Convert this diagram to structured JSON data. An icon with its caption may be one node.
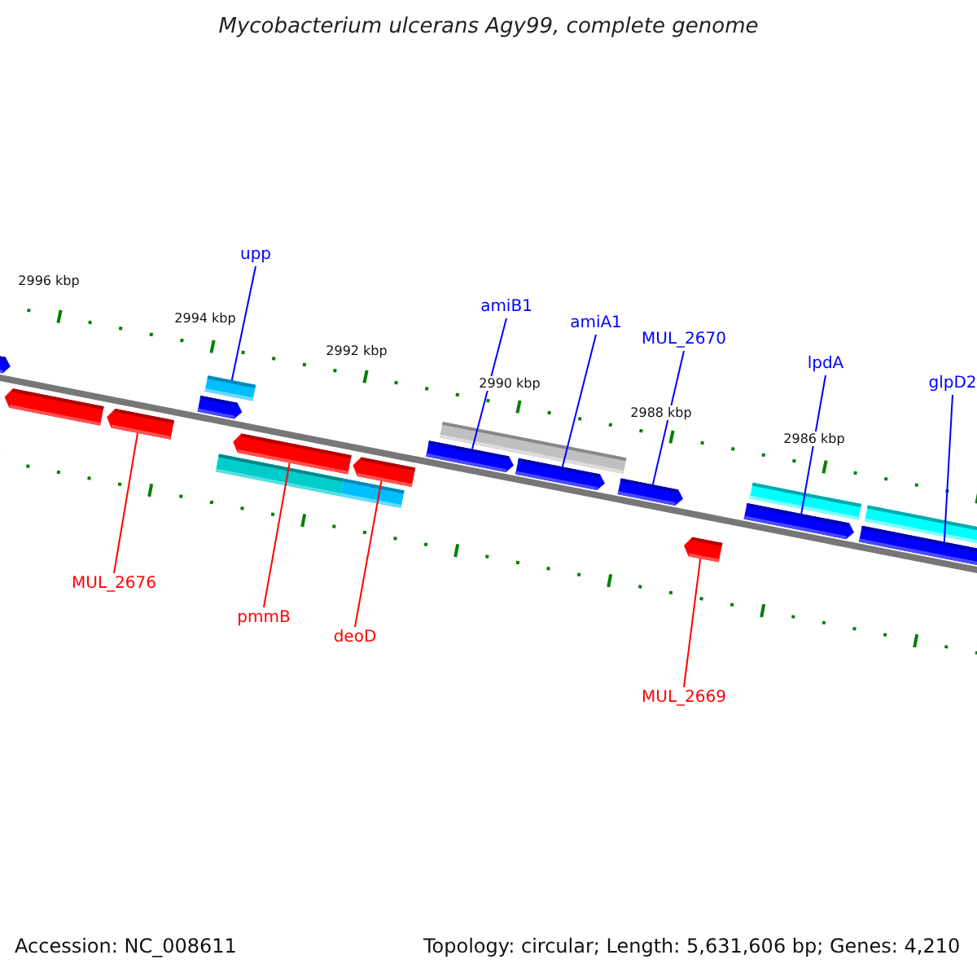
{
  "diagram": {
    "title": "Mycobacterium ulcerans Agy99, complete genome",
    "nodes": [
      {
        "text": [
          "upp"
        ]
      },
      {
        "text": [
          "amiB1"
        ]
      },
      {
        "text": [
          "amiA1"
        ]
      },
      {
        "text": [
          "MUL_2670"
        ]
      },
      {
        "text": [
          "lpdA"
        ]
      },
      {
        "text": [
          "glpD2"
        ]
      },
      {
        "text": [
          "MUL_2676"
        ]
      },
      {
        "text": [
          "pmmB"
        ]
      },
      {
        "text": [
          "deoD"
        ]
      },
      {
        "text": [
          "MUL_2669"
        ]
      },
      {
        "text": [],
        "shape": "bar"
      },
      {
        "text": [],
        "shape": "bar"
      },
      {
        "text": [],
        "shape": "bar"
      },
      {
        "text": [],
        "shape": "bar"
      },
      {
        "text": [],
        "shape": "bar"
      },
      {
        "text": [],
        "shape": "bar"
      },
      {
        "text": [],
        "shape": "bar"
      },
      {
        "text": [],
        "shape": "bar"
      },
      {
        "text": [],
        "shape": "bar"
      },
      {
        "text": [],
        "shape": "bar"
      },
      {
        "text": [],
        "shape": "bar"
      },
      {
        "text": [],
        "shape": "bar"
      },
      {
        "text": [],
        "shape": "bar"
      },
      {
        "text": [],
        "shape": "bar"
      },
      {
        "text": [],
        "shape": "bar"
      },
      {
        "text": [],
        "shape": "bar"
      },
      {
        "text": [],
        "shape": "bar"
      },
      {
        "text": [],
        "shape": "bar"
      }
    ],
    "edges": [
      {
        "from": 0,
        "to": 14,
        "arrow": "none"
      },
      {
        "from": 1,
        "to": 19,
        "arrow": "none"
      },
      {
        "from": 2,
        "to": 21,
        "arrow": "none"
      },
      {
        "from": 3,
        "to": 22,
        "arrow": "none"
      },
      {
        "from": 4,
        "to": 24,
        "arrow": "none"
      },
      {
        "from": 5,
        "to": 26,
        "arrow": "none"
      },
      {
        "from": 6,
        "to": 12,
        "arrow": "none",
        "color": "#ff0000"
      },
      {
        "from": 7,
        "to": 16,
        "arrow": "none",
        "color": "#ff0000"
      },
      {
        "from": 8,
        "to": 18,
        "arrow": "none",
        "color": "#ff0000"
      },
      {
        "from": 9,
        "to": 23,
        "arrow": "none",
        "color": "#ff0000"
      }
    ],
    "labels": [
      "2996 kbp",
      "2994 kbp",
      "2992 kbp",
      "2990 kbp",
      "2988 kbp",
      "2986 kbp",
      "Accession: NC_008611",
      "Topology: circular; Length: 5,631,606 bp; Genes: 4,210"
    ]
  }
}
